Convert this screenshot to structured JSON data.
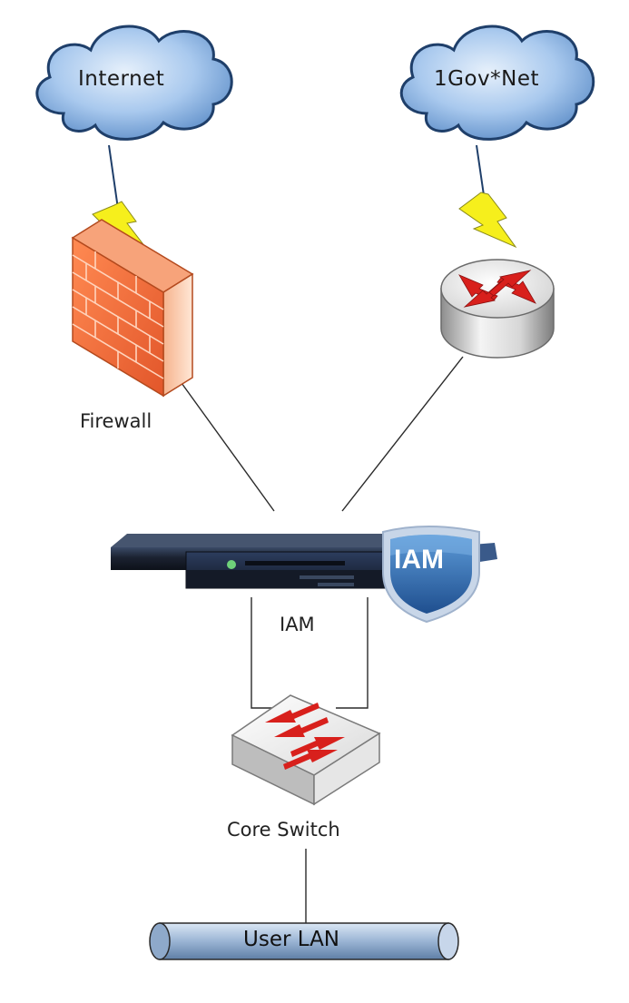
{
  "nodes": {
    "internet": {
      "label": "Internet",
      "icon": "cloud-icon"
    },
    "gov_net": {
      "label": "1Gov*Net",
      "icon": "cloud-icon"
    },
    "firewall": {
      "label": "Firewall",
      "icon": "firewall-icon"
    },
    "router": {
      "label": "",
      "icon": "router-icon"
    },
    "iam": {
      "label": "IAM",
      "badge": "IAM",
      "icon": "server-appliance-icon"
    },
    "core_switch": {
      "label": "Core Switch",
      "icon": "switch-icon"
    },
    "user_lan": {
      "label": "User LAN",
      "icon": "lan-pipe-icon"
    }
  },
  "connections": [
    {
      "from": "internet",
      "to": "firewall",
      "kind": "wan-lightning"
    },
    {
      "from": "gov_net",
      "to": "router",
      "kind": "wan-lightning"
    },
    {
      "from": "firewall",
      "to": "iam",
      "kind": "line"
    },
    {
      "from": "router",
      "to": "iam",
      "kind": "line"
    },
    {
      "from": "iam",
      "to": "core_switch",
      "kind": "dual-line"
    },
    {
      "from": "core_switch",
      "to": "user_lan",
      "kind": "line"
    }
  ],
  "colors": {
    "cloud_fill": "#a9c9ee",
    "cloud_edge": "#1f3f6a",
    "lightning": "#f6ef1c",
    "brick": "#f07a45",
    "router_arrow": "#d8201c",
    "server_body": "#1d2330",
    "shield": "#2f6fb3",
    "pipe": "#9ab4d4"
  }
}
